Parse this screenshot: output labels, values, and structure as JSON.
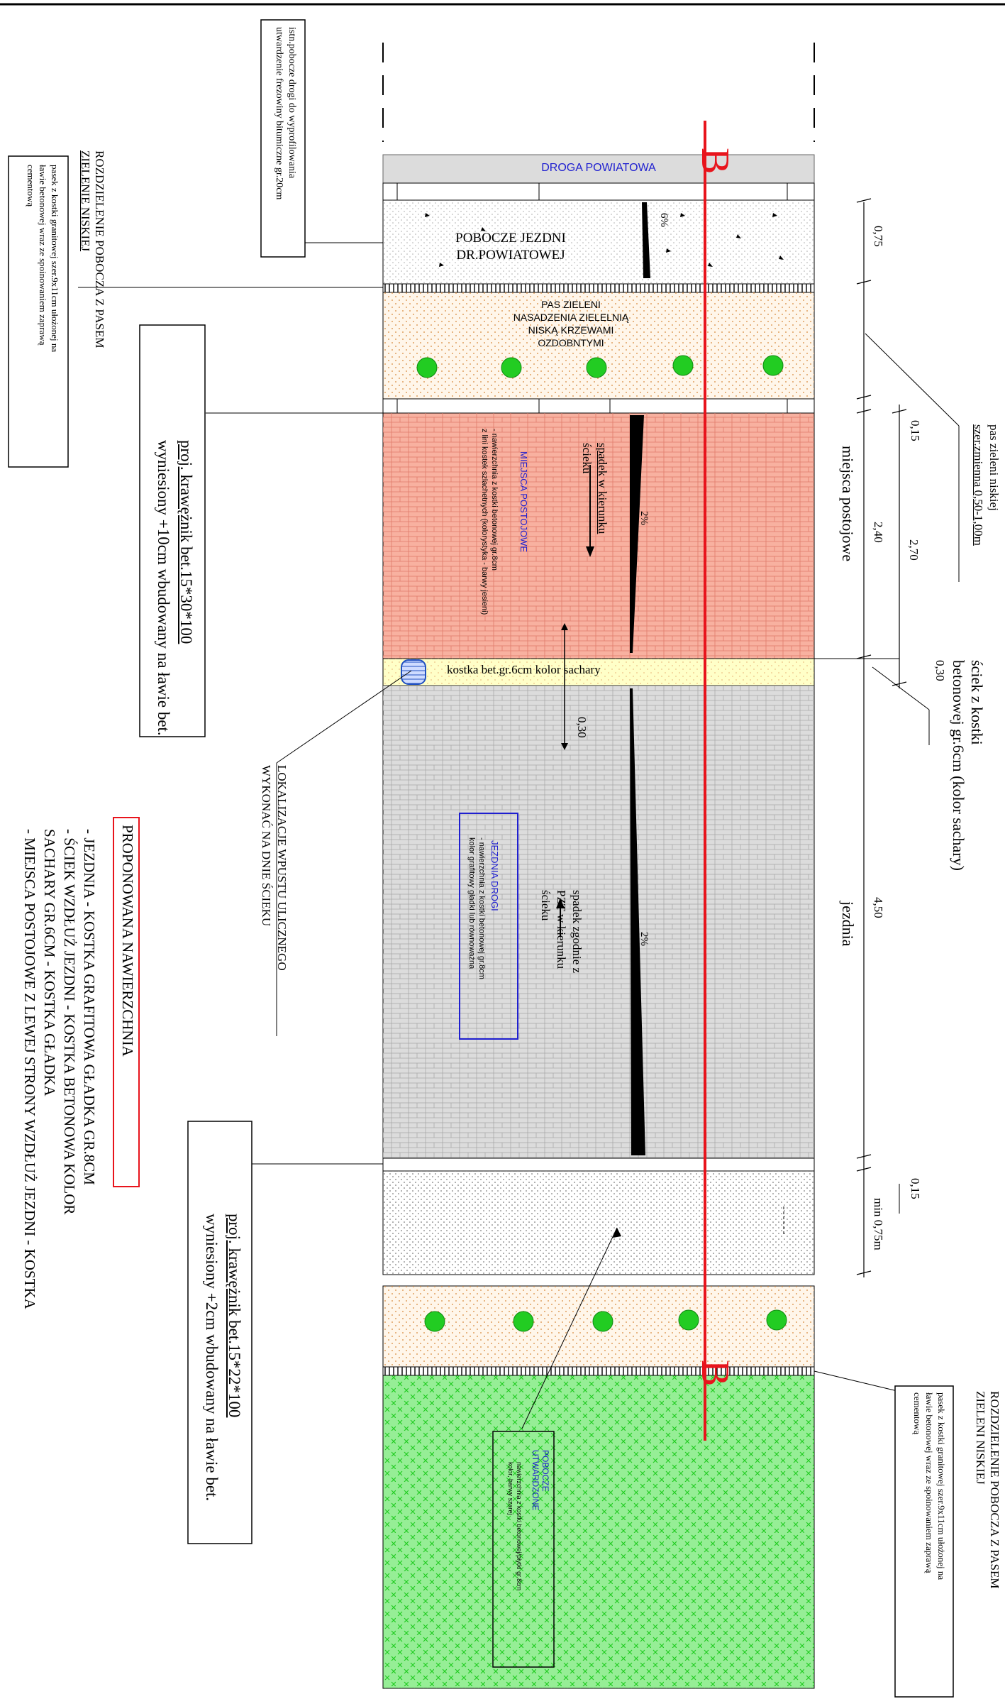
{
  "section_marker": "B",
  "surfaces": {
    "county_road": "DROGA POWIATOWA",
    "shoulder": [
      "POBOCZE JEZDNI",
      "DR.POWIATOWEJ"
    ],
    "green_strip": [
      "PAS ZIELENI",
      "NASADZENIA ZIELELNIĄ",
      "NISKĄ KRZEWAMI",
      "OZDOBNTYMI"
    ],
    "parking_title": "MIEJSCA POSTOJOWE",
    "parking_desc": [
      "- nawierzchnia z kostki betonowej gr.8cm",
      "z lini kostek szlachetnych  (kolorystyka - barwy jesieni)"
    ],
    "gutter": "kostka bet.gr.6cm kolor sachary",
    "road_title": "JEZDNIA DROGI",
    "road_desc": [
      "- nawierzchnia z kostki betonowej gr.8cm",
      "kolor grafitowy gładki lub równoważna"
    ],
    "hardened_title": [
      "POBOCZE",
      "UTWARDZONE"
    ],
    "hardened_desc": [
      "nawierzchnia z kostki betonowej/płytki gr.8cm",
      "kolor, barwy szarej"
    ]
  },
  "slopes": {
    "shoulder": "6%",
    "parking": "2%",
    "road": "2%",
    "parking_note": [
      "spadek w kierunku",
      "ścieku"
    ],
    "road_note": [
      "spadek zgodnie z",
      "PZT w kierunku",
      "ścieku"
    ]
  },
  "dimensions": {
    "shoulder": "0,75",
    "kerb_top": "0,15",
    "parking_inner": "2,40",
    "parking_total": "2,70",
    "gutter": "0,30",
    "road": "4,50",
    "kerb_bottom": "0,15",
    "sidewalk": "min 0,75m"
  },
  "labels": {
    "parking_dim": "miejsca postojowe",
    "road_dim": "jezdnia",
    "green_strip_note": [
      "pas zieleni niskiej",
      "szer.zmienna 0,50-1,00m"
    ],
    "gutter_note": [
      "ściek z kostki",
      "betonowej gr.6cm (kolor sachary)",
      "0,30"
    ]
  },
  "callouts": {
    "existing_shoulder": [
      "istn.pobocze drogi do wyprofilowania",
      "utwardzenie frezowiny bitumiczne gr.20cm"
    ],
    "separation_top_title": [
      "ROZDZIELENIE POBOCZA Z PASEM",
      "ZIELENIE NISKIEJ"
    ],
    "separation_top_box": [
      "pasek z kostki granitowej szer.9x11cm ułożonej na",
      "ławie betonowej wraz ze spoinowaniem zaprawą",
      "cementową"
    ],
    "kerb_top": [
      "proj. krawężnik bet.15*30*100",
      "wyniesiony +10cm wbudowany na ławie bet."
    ],
    "inlet": [
      "LOKALIZACJE WPUSTU ULICZNEGO",
      "WYKONAĆ NA DNIE ŚCIEKU"
    ],
    "kerb_bottom": [
      "proj. krawężnik bet.15*22*100",
      "wyniesiony +2cm wbudowany na ławie bet."
    ],
    "separation_bottom_title": [
      "ROZDZIELENIE POBOCZA Z PASEM",
      "ZIELENI NISKIEJ"
    ],
    "separation_bottom_box": [
      "pasek z kostki granitowej szer.9x11cm ułożonej na",
      "ławie betonowej wraz ze spoinowaniem zaprawą",
      "cementową"
    ]
  },
  "legend": {
    "title": "PROPONOWANA NAWIERZCHNIA",
    "items": [
      "- JEZDNIA - KOSTKA GRAFITOWA GŁADKA GR.8CM",
      "- ŚCIEK WZDŁUŻ JEZDNI - KOSTKA BETONOWA KOLOR",
      "SACHARY GR.6CM - KOSTKA GŁADKA",
      "- MIEJSCA POSTOJOWE Z LEWEJ STRONY WZDŁUŻ JEZDNI - KOSTKA"
    ]
  },
  "colors": {
    "section_line": "#e8141c",
    "road_grey": "#dcdcdc",
    "parking": "#f8b1a0",
    "gutter": "#ffffc8",
    "hardened": "#96ee96",
    "shrub": "#22cc22",
    "label_blue": "#1f1fd0"
  }
}
